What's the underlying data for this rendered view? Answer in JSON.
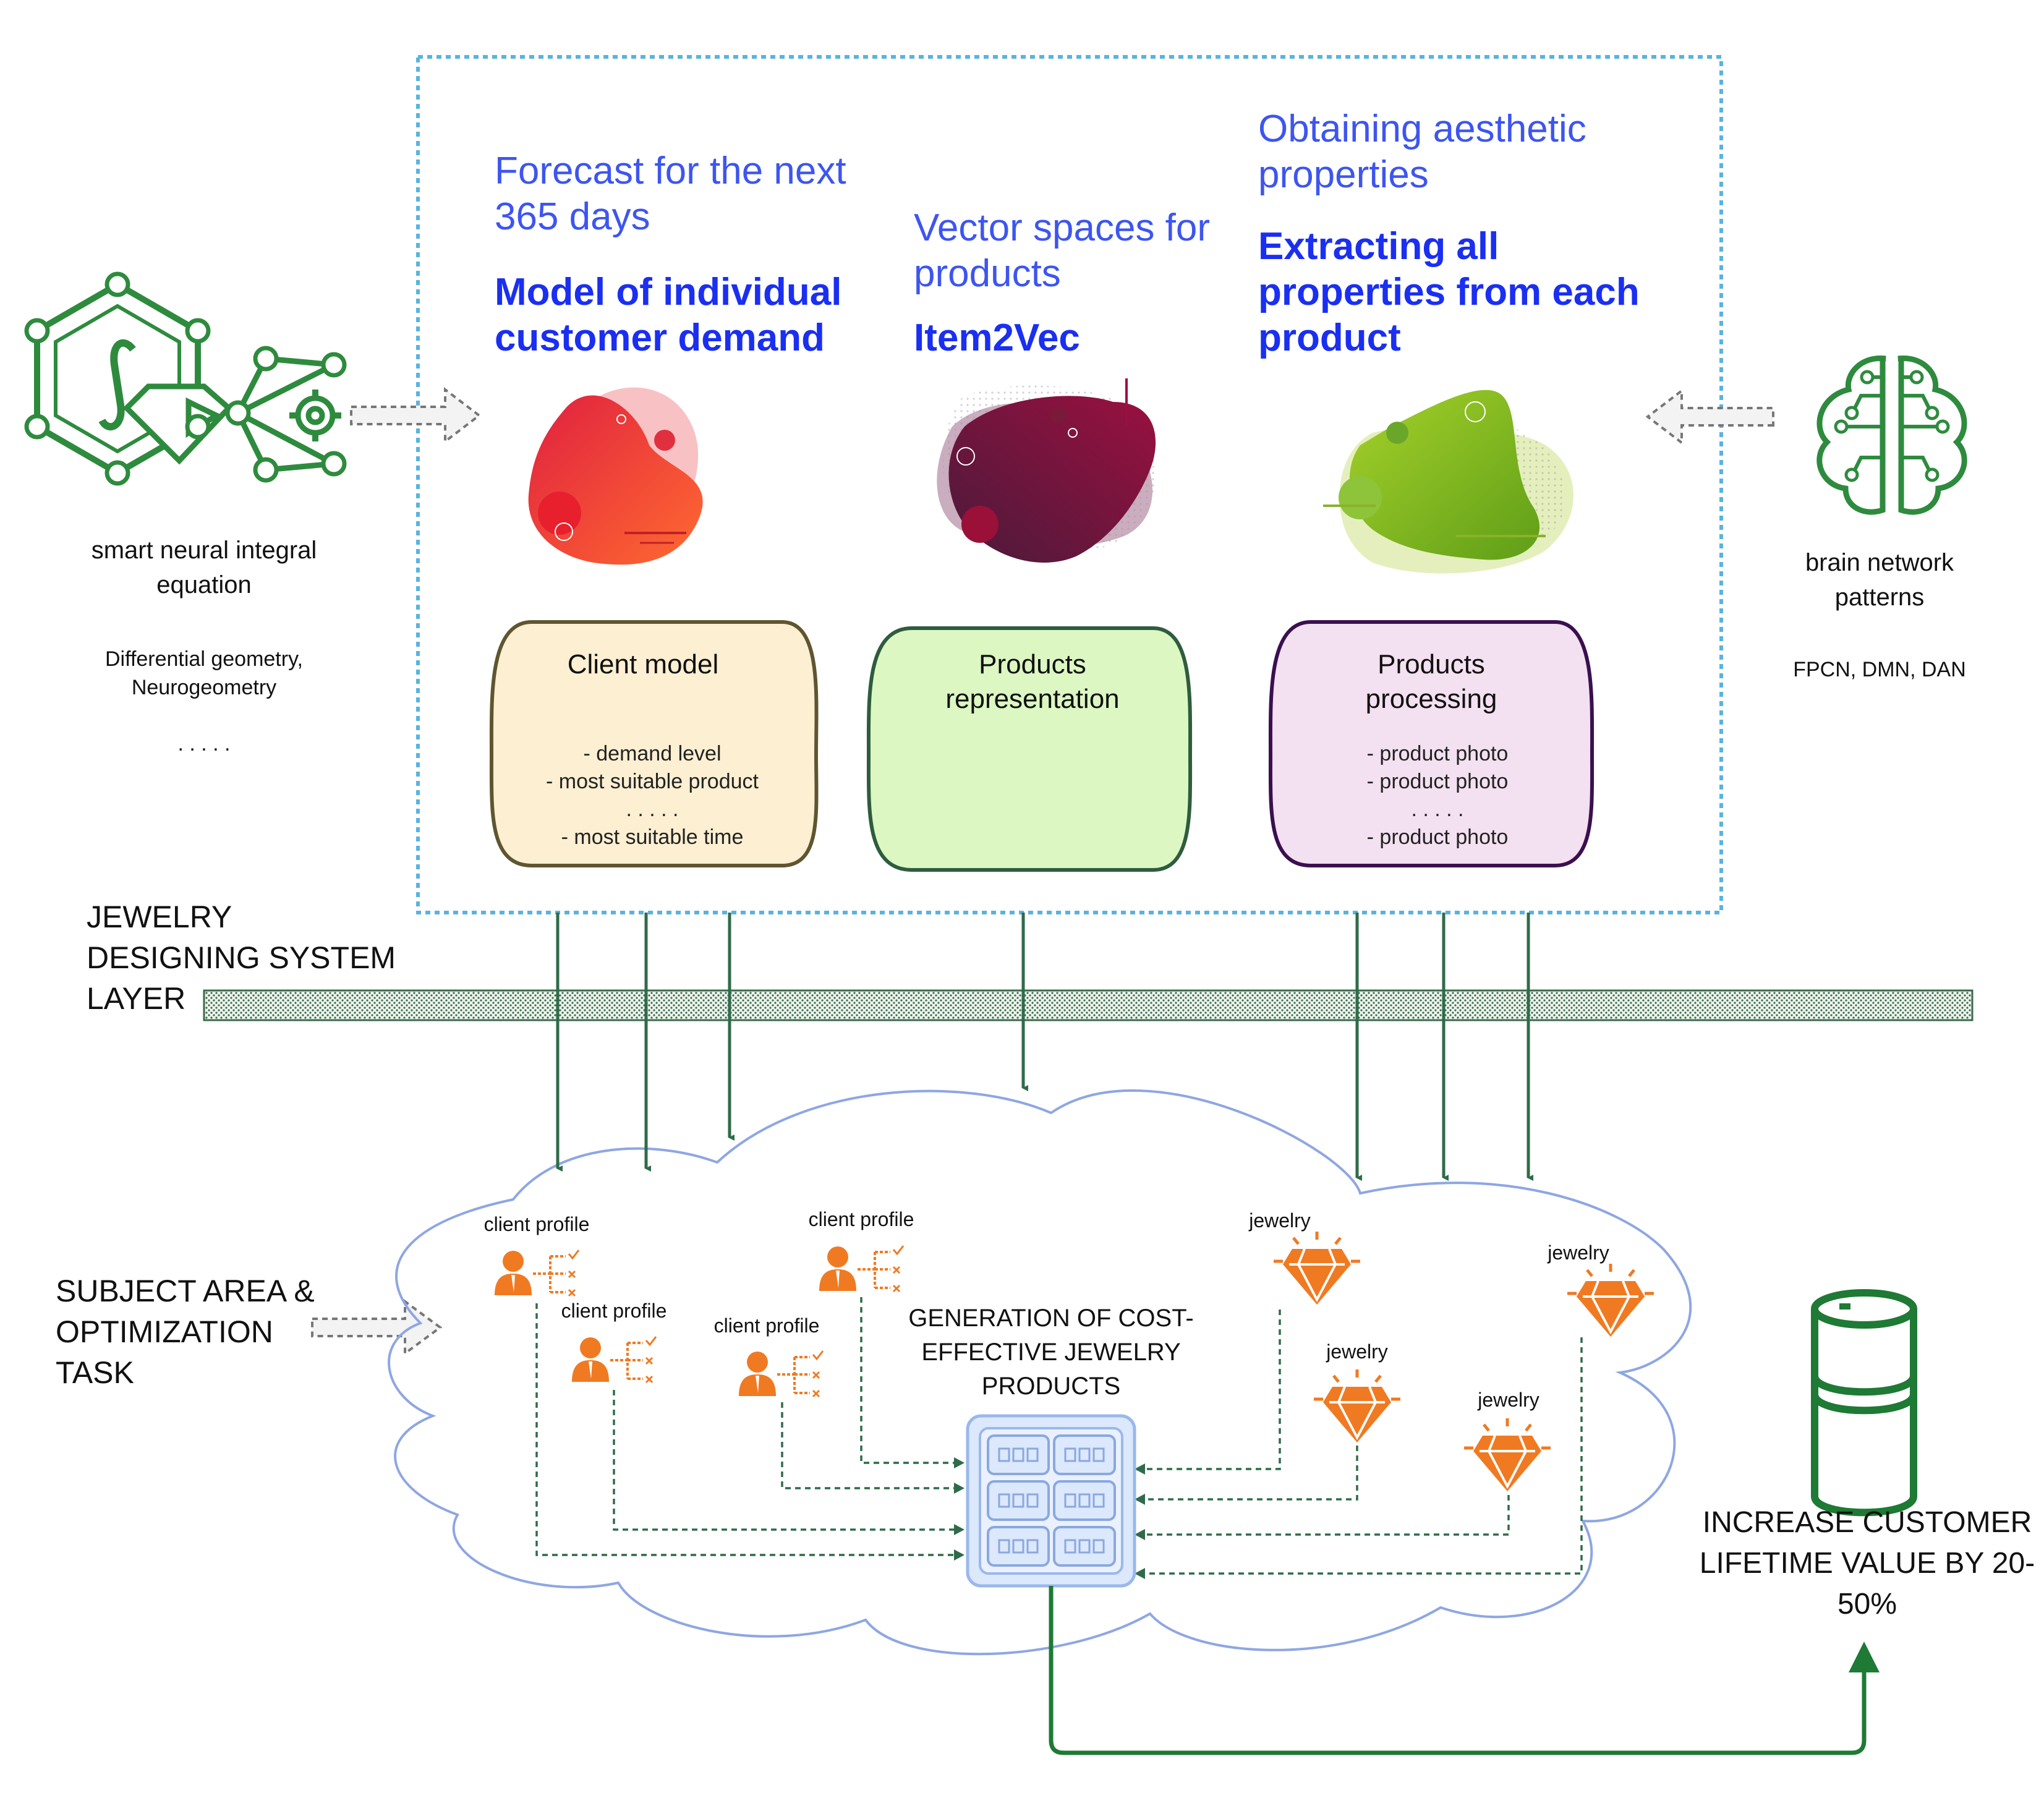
{
  "columns": [
    {
      "subtitle": "Forecast for the next 365 days",
      "title": "Model of individual customer demand",
      "box_title": "Client model",
      "items": [
        "- demand level",
        "- most suitable product",
        ". . . . .",
        "- most suitable time"
      ]
    },
    {
      "subtitle": "Vector spaces for products",
      "title": "Item2Vec",
      "box_title": "Products representation",
      "items": []
    },
    {
      "subtitle": "Obtaining aesthetic properties",
      "title": "Extracting all properties from each product",
      "box_title": "Products processing",
      "items": [
        "- product photo",
        "- product photo",
        ". . . . .",
        "- product photo"
      ]
    }
  ],
  "left_panel": {
    "title": "smart neural integral equation",
    "subtitle": "Differential geometry, Neurogeometry",
    "ellipsis": ". . . . .",
    "icon": "neural-integral-icon"
  },
  "right_panel": {
    "title": "brain network patterns",
    "subtitle": "FPCN, DMN, DAN",
    "icon": "brain-circuit-icon"
  },
  "layer_label": "JEWELRY DESIGNING SYSTEM LAYER",
  "subject_label": "SUBJECT AREA & OPTIMIZATION TASK",
  "center_label": "GENERATION OF COST-EFFECTIVE JEWELRY PRODUCTS",
  "client_profiles": [
    "client profile",
    "client profile",
    "client profile",
    "client profile"
  ],
  "jewelry_labels": [
    "jewelry",
    "jewelry",
    "jewelry",
    "jewelry"
  ],
  "result_label": "INCREASE CUSTOMER LIFETIME VALUE BY 20-50%",
  "colors": {
    "title_blue": "#1a2ff2",
    "subtitle_blue": "#3d55f0",
    "frame_blue": "#5ab3df",
    "green": "#2e8b3e",
    "arrow_green": "#2f6b4a",
    "orange": "#f07a22",
    "cloud": "#8ea6e3",
    "client_box": "#fcefd2",
    "products_box": "#dcf7c2",
    "processing_box": "#f3e0f0"
  }
}
